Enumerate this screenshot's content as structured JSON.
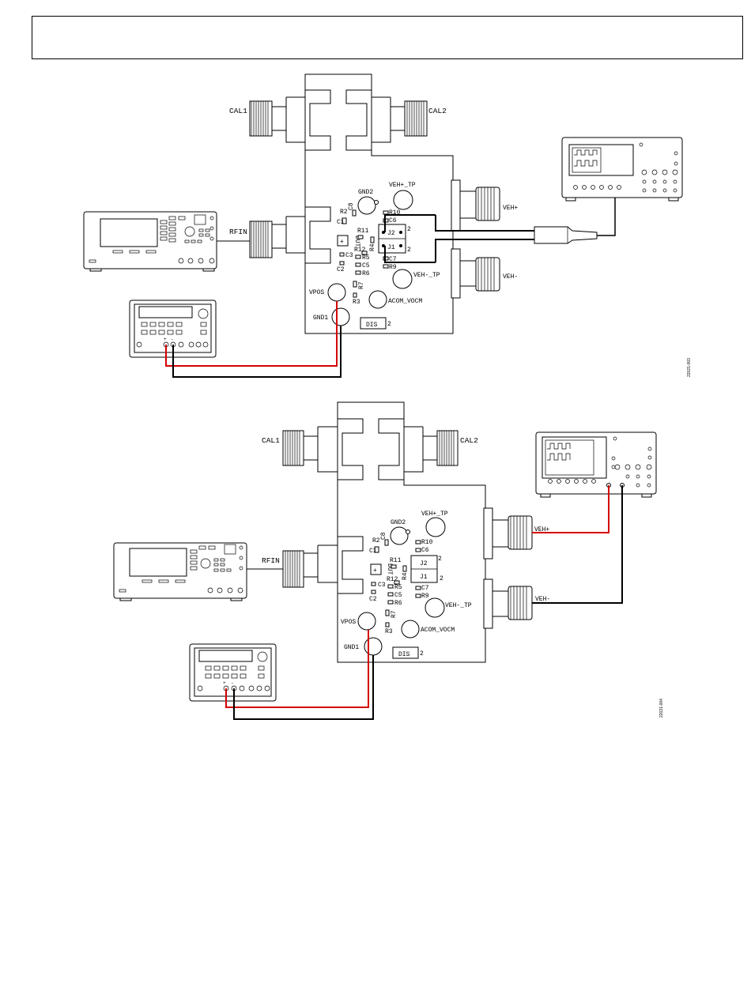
{
  "header": {
    "text": ""
  },
  "labels": {
    "cal1": "CAL1",
    "cal2": "CAL2",
    "rfin": "RFIN",
    "veh_plus": "VEH+",
    "veh_minus": "VEH-",
    "gnd2": "GND2",
    "veh_plus_tp": "VEH+_TP",
    "veh_minus_tp": "VEH-_TP",
    "vpos": "VPOS",
    "gnd1": "GND1",
    "acom_vocm": "ACOM_VOCM",
    "dis": "DIS",
    "dis_pin": "2",
    "j1": "J1",
    "j2": "J2",
    "j_pin": "2",
    "dut": "DUT",
    "plus": "+",
    "minus": "-"
  },
  "components": {
    "r2": "R2",
    "c1": "C1",
    "c8": "C8",
    "r11": "R11",
    "r12": "R12",
    "r4": "R4",
    "c3": "C3",
    "c2": "C2",
    "r5": "R5",
    "c5": "C5",
    "r6": "R6",
    "r7": "R7",
    "r3": "R3",
    "r10": "R10",
    "c6": "C6",
    "c7": "C7",
    "r9": "R9"
  },
  "figures": {
    "fig1_id": "22021-003",
    "fig2_id": "22021-004"
  },
  "colors": {
    "positive_wire": "#d40000",
    "ground_wire": "#000000"
  },
  "icons": {
    "oscilloscope": "oscilloscope-icon",
    "signal_generator": "signal-generator-icon",
    "power_supply": "power-supply-icon",
    "sma_connector": "sma-connector-icon",
    "differential_probe": "differential-probe-icon"
  }
}
